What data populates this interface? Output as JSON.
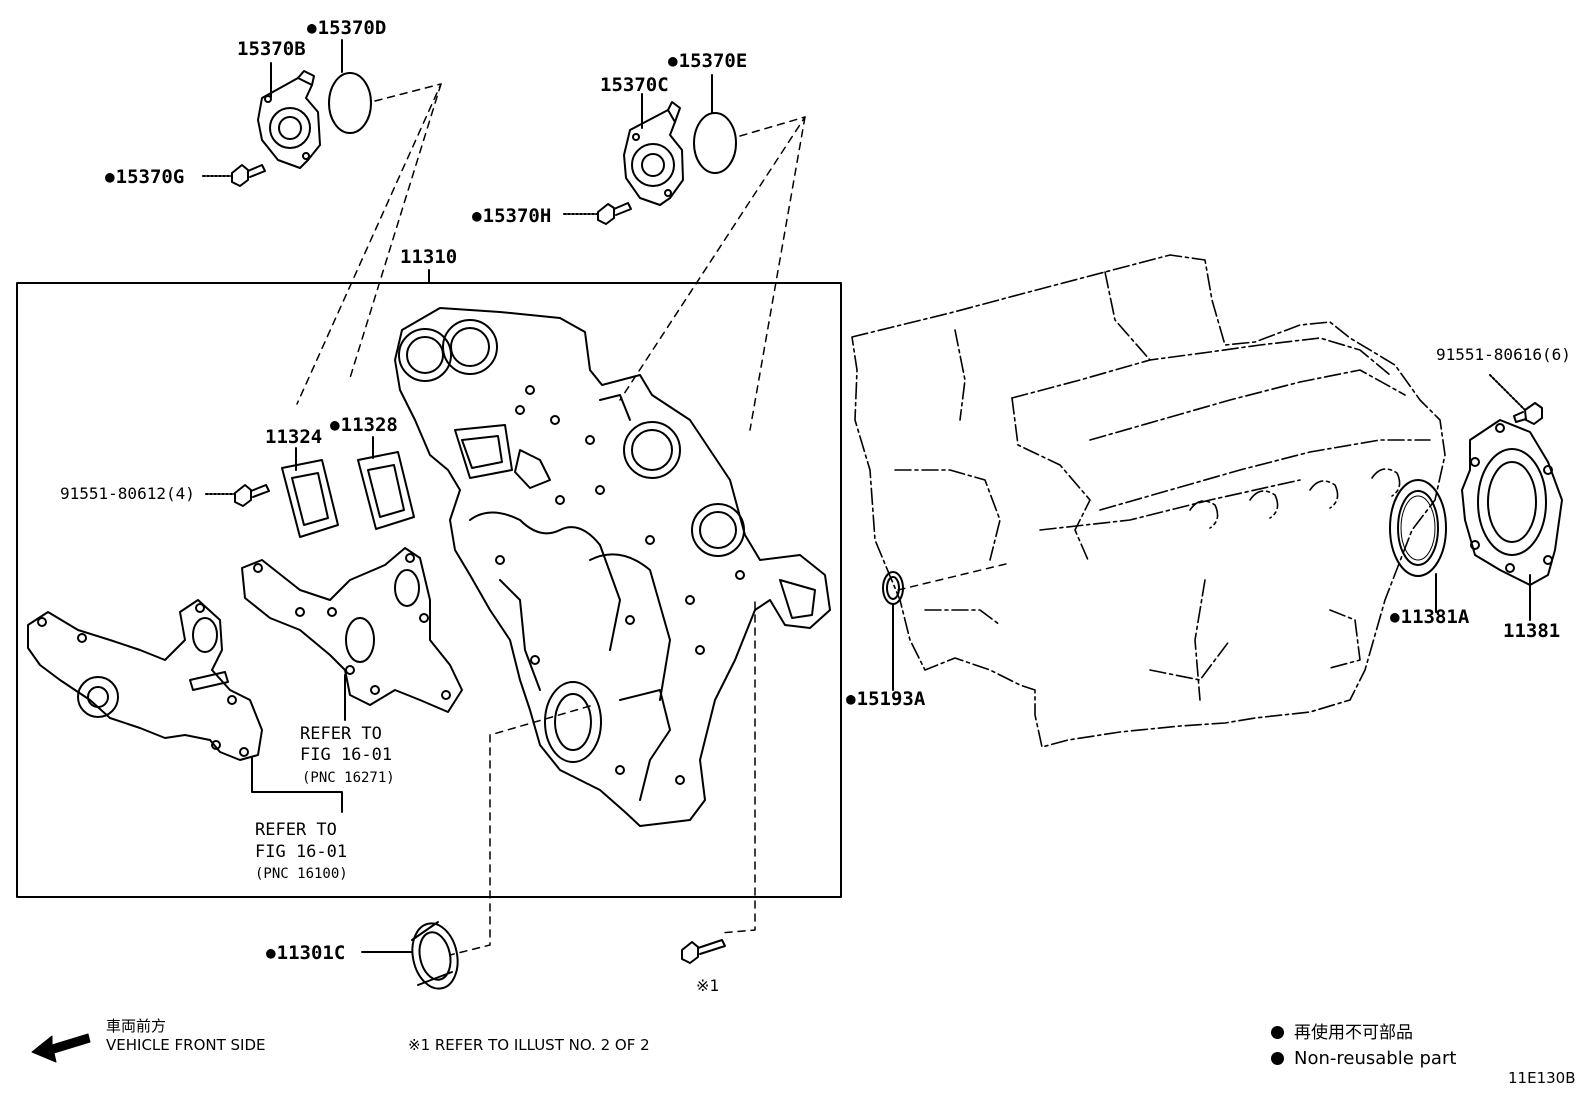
{
  "labels": {
    "p15370B": "15370B",
    "p15370D": "15370D",
    "p15370G": "15370G",
    "p15370C": "15370C",
    "p15370E": "15370E",
    "p15370H": "15370H",
    "p11310": "11310",
    "p11324": "11324",
    "p11328": "11328",
    "p91551_80612": "91551-80612(4)",
    "p91551_80616": "91551-80616(6)",
    "p11381": "11381",
    "p11381A": "11381A",
    "p15193A": "15193A",
    "p11301C": "11301C",
    "mark1": "※1"
  },
  "refer_a": {
    "line1": "REFER TO",
    "line2": "FIG 16-01",
    "line3": "(PNC 16271)"
  },
  "refer_b": {
    "line1": "REFER TO",
    "line2": "FIG 16-01",
    "line3": "(PNC 16100)"
  },
  "footer": {
    "front_jp": "車両前方",
    "front_en": "VEHICLE FRONT SIDE",
    "note": "※1  REFER TO ILLUST NO. 2 OF 2",
    "legend_jp": "再使用不可部品",
    "legend_en": "Non-reusable part",
    "figure_id": "11E130B"
  },
  "non_reusable_marker": "filled-circle",
  "line_color": "#000000"
}
